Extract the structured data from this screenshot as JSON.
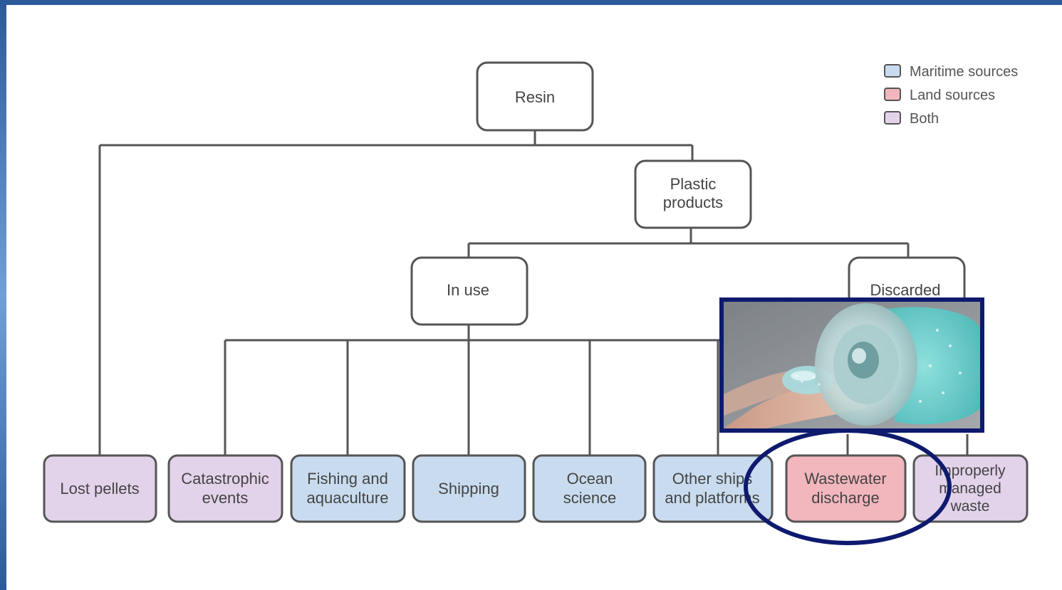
{
  "nodes": {
    "resin": "Resin",
    "plastic_products": [
      "Plastic",
      "products"
    ],
    "in_use": "In use",
    "discarded": "Discarded",
    "lost_pellets": "Lost pellets",
    "catastrophic": [
      "Catastrophic",
      "events"
    ],
    "fishing": [
      "Fishing and",
      "aquaculture"
    ],
    "shipping": "Shipping",
    "ocean_science": [
      "Ocean",
      "science"
    ],
    "other_ships": [
      "Other ships",
      "and platforms"
    ],
    "wastewater": [
      "Wastewater",
      "discharge"
    ],
    "improperly": [
      "Improperly",
      "managed",
      "waste"
    ]
  },
  "legend": [
    {
      "label": "Maritime sources",
      "color": "#c9dcef"
    },
    {
      "label": "Land sources",
      "color": "#f2b6bd"
    },
    {
      "label": "Both",
      "color": "#e2d3ea"
    }
  ],
  "colors": {
    "maritime": "#c9dcef",
    "land": "#f2b6bd",
    "both": "#e2d3ea",
    "line": "#555555",
    "highlight": "#0d1a6e"
  },
  "photo": {
    "description_icon": "microbead-gel-tube-photo"
  }
}
